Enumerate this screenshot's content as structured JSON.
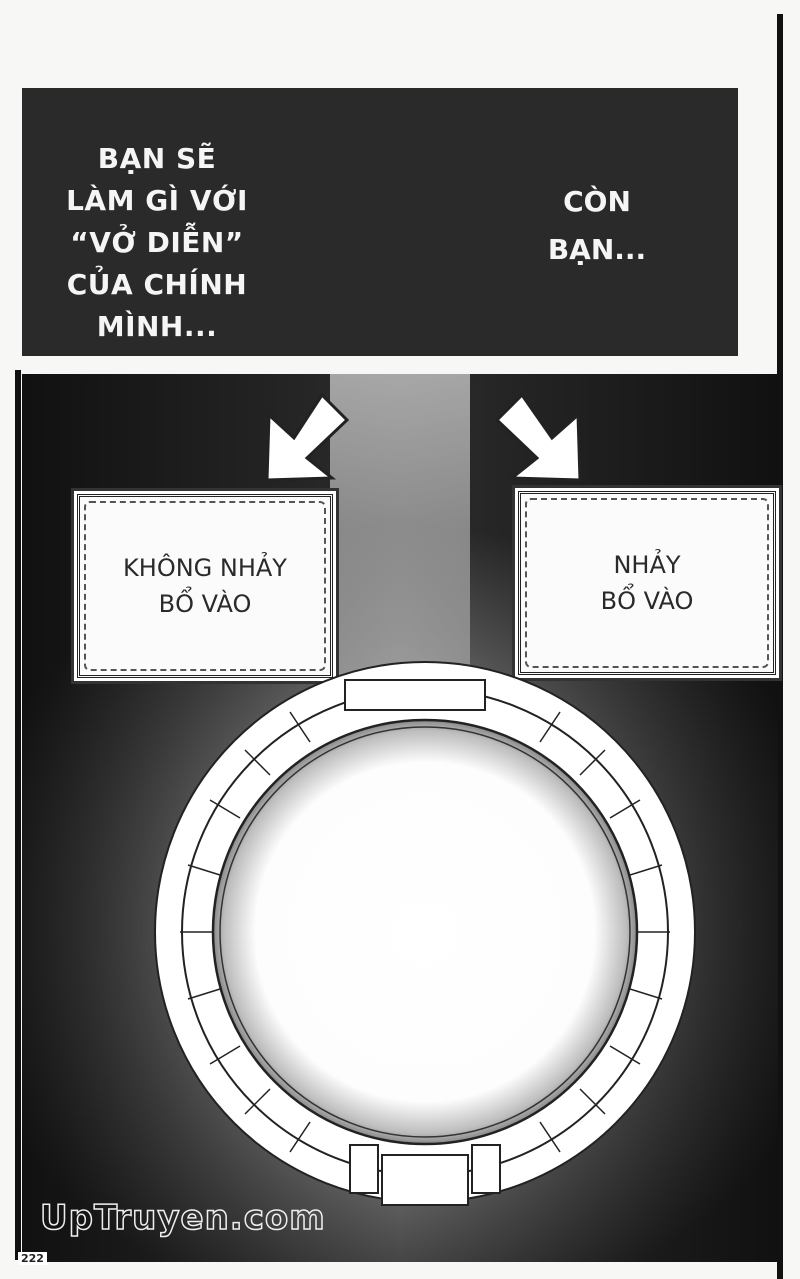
{
  "page": {
    "number": "222",
    "watermark": "UpTruyen.com"
  },
  "caption_panel": {
    "left_text_lines": [
      "BẠN SẼ",
      "LÀM GÌ VỚI",
      "“VỞ DIỄN”",
      "CỦA CHÍNH",
      "MÌNH..."
    ],
    "right_text_lines": [
      "CÒN",
      "BẠN..."
    ]
  },
  "choices": [
    {
      "id": "dont-jump",
      "lines": [
        "KHÔNG NHẢY",
        "BỔ VÀO"
      ],
      "arrow_direction": "down-left"
    },
    {
      "id": "jump",
      "lines": [
        "NHẢY",
        "BỔ VÀO"
      ],
      "arrow_direction": "down-right"
    }
  ],
  "colors": {
    "caption_bg": "#2a2a2a",
    "caption_text": "#f5f5f5",
    "frame_line": "#111111",
    "choice_bg": "#fbfbfb"
  }
}
